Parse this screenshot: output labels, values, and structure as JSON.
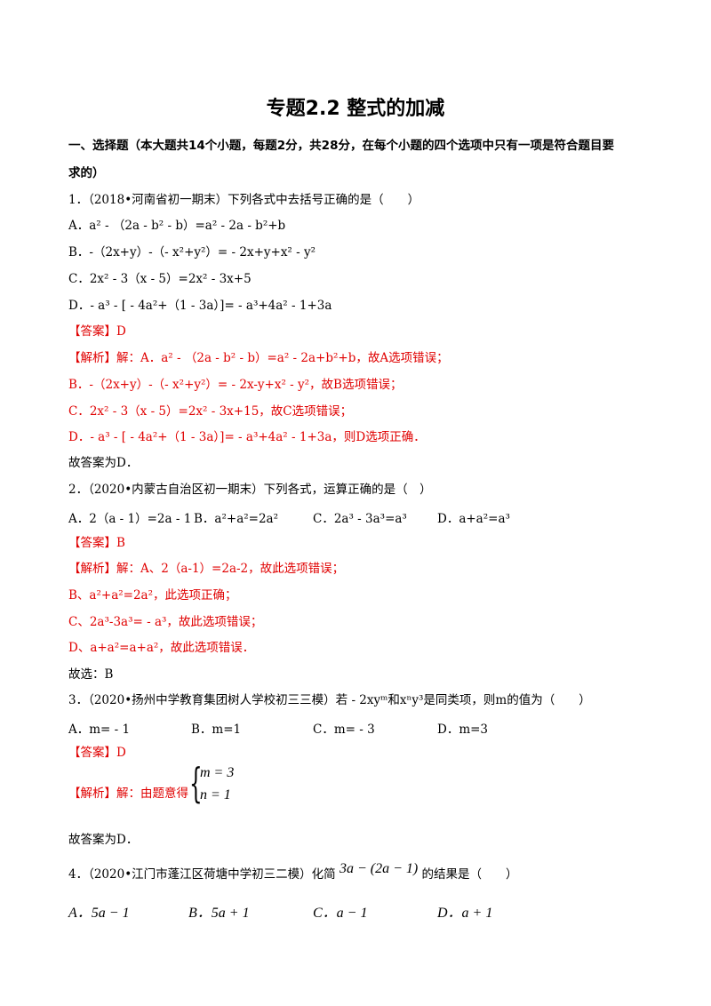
{
  "title": "专题2.2 整式的加减",
  "section": {
    "heading_line1": "一、选择题（本大题共14个小题，每题2分，共28分，在每个小题的四个选项中只有一项是符合题目要",
    "heading_line2": "求的）"
  },
  "q1": {
    "stem": "1．（2018•河南省初一期末）下列各式中去括号正确的是（　　）",
    "options": [
      "A．a² - （2a - b² - b）=a² - 2a - b²+b",
      "B．-（2x+y）-（- x²+y²）= - 2x+y+x² - y²",
      "C．2x² - 3（x - 5）=2x² - 3x+5",
      "D．- a³ - [ - 4a²+（1 - 3a）]= - a³+4a² - 1+3a"
    ],
    "answer": "【答案】D",
    "analysis": [
      "【解析】解：A．a² - （2a - b² - b）=a² - 2a+b²+b，故A选项错误；",
      "B．-（2x+y）-（- x²+y²）= - 2x-y+x² - y²，故B选项错误；",
      "C．2x² - 3（x - 5）=2x² - 3x+15，故C选项错误；",
      "D．- a³ - [ - 4a²+（1 - 3a）]= - a³+4a² - 1+3a，则D选项正确．"
    ],
    "conclusion": "故答案为D．"
  },
  "q2": {
    "stem": "2．（2020•内蒙古自治区初一期末）下列各式，运算正确的是（　）",
    "options": [
      "A．2（a - 1）=2a - 1",
      "B．a²+a²=2a²",
      "C．2a³ - 3a³=a³",
      "D．a+a²=a³"
    ],
    "answer": "【答案】B",
    "analysis": [
      "【解析】解：A、2（a-1）=2a-2，故此选项错误；",
      "B、a²+a²=2a²，此选项正确；",
      "C、2a³-3a³= - a³，故此选项错误；",
      "D、a+a²=a+a²，故此选项错误．"
    ],
    "conclusion": "故选：B"
  },
  "q3": {
    "stem": "3．（2020•扬州中学教育集团树人学校初三三模）若 - 2xyᵐ和xⁿy³是同类项，则m的值为（　　）",
    "options": [
      "A．m= - 1",
      "B．m=1",
      "C．m= - 3",
      "D．m=3"
    ],
    "answer": "【答案】D",
    "analysis_prefix": "【解析】解：由题意得",
    "system": [
      "m = 3",
      "n = 1"
    ],
    "conclusion": "故答案为D．"
  },
  "q4": {
    "stem_prefix": "4．（2020•江门市蓬江区荷塘中学初三二模）化简",
    "expression": "3a − (2a − 1)",
    "stem_suffix": "的结果是（　　）",
    "options": [
      "A．5a − 1",
      "B．5a + 1",
      "C．a − 1",
      "D．a + 1"
    ]
  }
}
